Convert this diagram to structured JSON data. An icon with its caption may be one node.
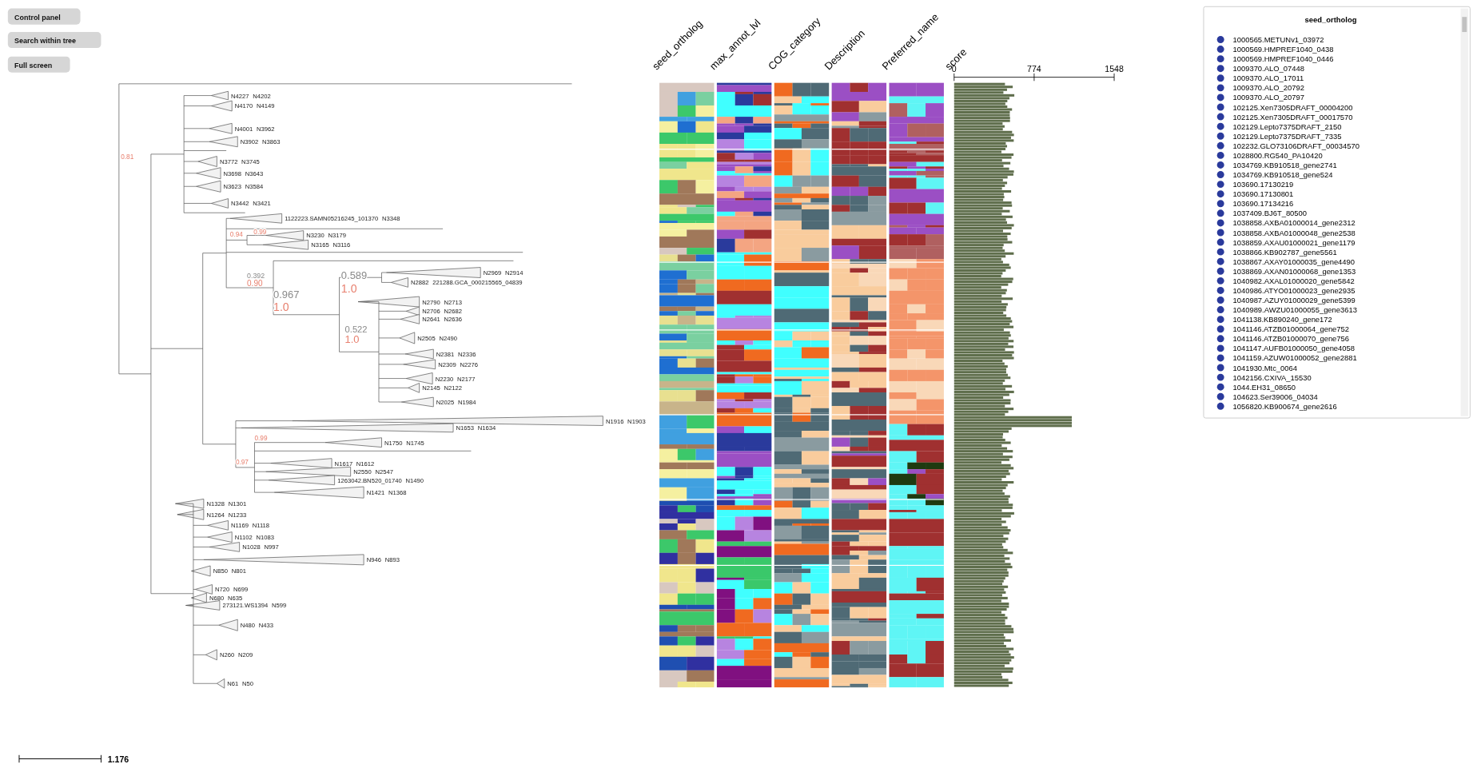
{
  "diagram": {
    "labels": [
      "Control panel",
      "Search within tree",
      "Full screen",
      "seed_ortholog",
      "max_annot_lvl",
      "COG_category",
      "Description",
      "Preferred_name",
      "score",
      "0",
      "774",
      "1548",
      "N4227",
      "N4202",
      "N4170",
      "N4149",
      "N4001",
      "N3962",
      "N3902",
      "N3863",
      "N3772",
      "N3745",
      "N3698",
      "N3643",
      "N3623",
      "N3584",
      "N3442",
      "N3421",
      "1122223.SAMN05216245_101370",
      "N3348",
      "N3230",
      "N3179",
      "N3165",
      "N3116",
      "N2969",
      "N2914",
      "N2882",
      "221288.GCA_000215565_04839",
      "N2790",
      "N2713",
      "N2706",
      "N2682",
      "N2641",
      "N2636",
      "N2505",
      "N2490",
      "N2381",
      "N2336",
      "N2309",
      "N2276",
      "N2230",
      "N2177",
      "N2145",
      "N2122",
      "N2025",
      "N1984",
      "N1916",
      "N1903",
      "N1653",
      "N1634",
      "N1750",
      "N1745",
      "N1617",
      "N1612",
      "N2550",
      "N2547",
      "1263042.BN520_01740",
      "N1490",
      "N1421",
      "N1368",
      "N1328",
      "N1301",
      "N1264",
      "N1233",
      "N1169",
      "N1118",
      "N1102",
      "N1083",
      "N1028",
      "N997",
      "N946",
      "N893",
      "N850",
      "N801",
      "N720",
      "N699",
      "N680",
      "N635",
      "273121.WS1394",
      "N599",
      "N480",
      "N433",
      "N260",
      "N209",
      "N61",
      "N50",
      "0.81",
      "0.94",
      "0.99",
      "0.392",
      "0.90",
      "0.967",
      "1.0",
      "0.589",
      "1.0",
      "0.522",
      "1.0",
      "0.99",
      "0.97",
      "1.176",
      "seed_ortholog"
    ],
    "legend": [
      {
        "text": "1000565.METUNv1_03972",
        "color": "#2a3a9c"
      },
      {
        "text": "1000569.HMPREF1040_0438",
        "color": "#2a3a9c"
      },
      {
        "text": "1000569.HMPREF1040_0446",
        "color": "#2a3a9c"
      },
      {
        "text": "1009370.ALO_07448",
        "color": "#2a3a9c"
      },
      {
        "text": "1009370.ALO_17011",
        "color": "#2a3a9c"
      },
      {
        "text": "1009370.ALO_20792",
        "color": "#2a3a9c"
      },
      {
        "text": "1009370.ALO_20797",
        "color": "#2a3a9c"
      },
      {
        "text": "102125.Xen7305DRAFT_00004200",
        "color": "#2a3a9c"
      },
      {
        "text": "102125.Xen7305DRAFT_00017570",
        "color": "#2a3a9c"
      },
      {
        "text": "102129.Lepto7375DRAFT_2150",
        "color": "#2a3a9c"
      },
      {
        "text": "102129.Lepto7375DRAFT_7335",
        "color": "#2a3a9c"
      },
      {
        "text": "102232.GLO73106DRAFT_00034570",
        "color": "#2a3a9c"
      },
      {
        "text": "1028800.RG540_PA10420",
        "color": "#2a3a9c"
      },
      {
        "text": "1034769.KB910518_gene2741",
        "color": "#2a3a9c"
      },
      {
        "text": "1034769.KB910518_gene524",
        "color": "#2a3a9c"
      },
      {
        "text": "103690.17130219",
        "color": "#2a3a9c"
      },
      {
        "text": "103690.17130801",
        "color": "#2a3a9c"
      },
      {
        "text": "103690.17134216",
        "color": "#2a3a9c"
      },
      {
        "text": "1037409.BJ6T_80500",
        "color": "#2a3a9c"
      },
      {
        "text": "1038858.AXBA01000014_gene2312",
        "color": "#2a3a9c"
      },
      {
        "text": "1038858.AXBA01000048_gene2538",
        "color": "#2a3a9c"
      },
      {
        "text": "1038859.AXAU01000021_gene1179",
        "color": "#2a3a9c"
      },
      {
        "text": "1038866.KB902787_gene5561",
        "color": "#2a3a9c"
      },
      {
        "text": "1038867.AXAY01000035_gene4490",
        "color": "#2a3a9c"
      },
      {
        "text": "1038869.AXAN01000068_gene1353",
        "color": "#2a3a9c"
      },
      {
        "text": "1040982.AXAL01000020_gene5842",
        "color": "#2a3a9c"
      },
      {
        "text": "1040986.ATYO01000023_gene2935",
        "color": "#2a3a9c"
      },
      {
        "text": "1040987.AZUY01000029_gene5399",
        "color": "#2a3a9c"
      },
      {
        "text": "1040989.AWZU01000055_gene3613",
        "color": "#2a3a9c"
      },
      {
        "text": "1041138.KB890240_gene172",
        "color": "#2a3a9c"
      },
      {
        "text": "1041146.ATZB01000064_gene752",
        "color": "#2a3a9c"
      },
      {
        "text": "1041146.ATZB01000070_gene756",
        "color": "#2a3a9c"
      },
      {
        "text": "1041147.AUFB01000050_gene4058",
        "color": "#2a3a9c"
      },
      {
        "text": "1041159.AZUW01000052_gene2881",
        "color": "#2a3a9c"
      },
      {
        "text": "1041930.Mtc_0064",
        "color": "#2a3a9c"
      },
      {
        "text": "1042156.CXIVA_15530",
        "color": "#2a3a9c"
      },
      {
        "text": "1044.EH31_08650",
        "color": "#2a3a9c"
      },
      {
        "text": "104623.Ser39006_04034",
        "color": "#2a3a9c"
      },
      {
        "text": "1056820.KB900674_gene2616",
        "color": "#2a3a9c"
      }
    ]
  }
}
